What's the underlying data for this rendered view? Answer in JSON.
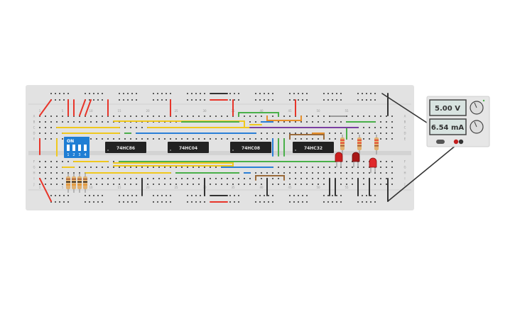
{
  "breadboard": {
    "column_numbers": [
      "1",
      "5",
      "10",
      "15",
      "20",
      "25",
      "30",
      "35",
      "40",
      "45",
      "50",
      "55"
    ],
    "row_letters_top": [
      "A",
      "B",
      "C",
      "D",
      "E"
    ],
    "row_letters_bottom": [
      "F",
      "G",
      "H",
      "I",
      "J"
    ]
  },
  "chips": [
    {
      "label": "74HC86"
    },
    {
      "label": "74HC04"
    },
    {
      "label": "74HC08"
    },
    {
      "label": "74HC32"
    }
  ],
  "dip_switch": {
    "on_label": "ON",
    "switch_numbers": [
      "1",
      "2",
      "3",
      "4"
    ],
    "color": "#1f7ed4"
  },
  "power_supply": {
    "voltage_display": "5.00 V",
    "current_display": "6.54 mA"
  },
  "colors": {
    "board": "#e2e2e2",
    "wire_red": "#e8352a",
    "wire_yellow": "#f0c81e",
    "wire_blue": "#2a7fd8",
    "wire_green": "#4ab04a",
    "wire_purple": "#7a3fa0",
    "wire_orange": "#e8902a",
    "wire_black": "#333333",
    "led_red": "#cc1f1f"
  }
}
